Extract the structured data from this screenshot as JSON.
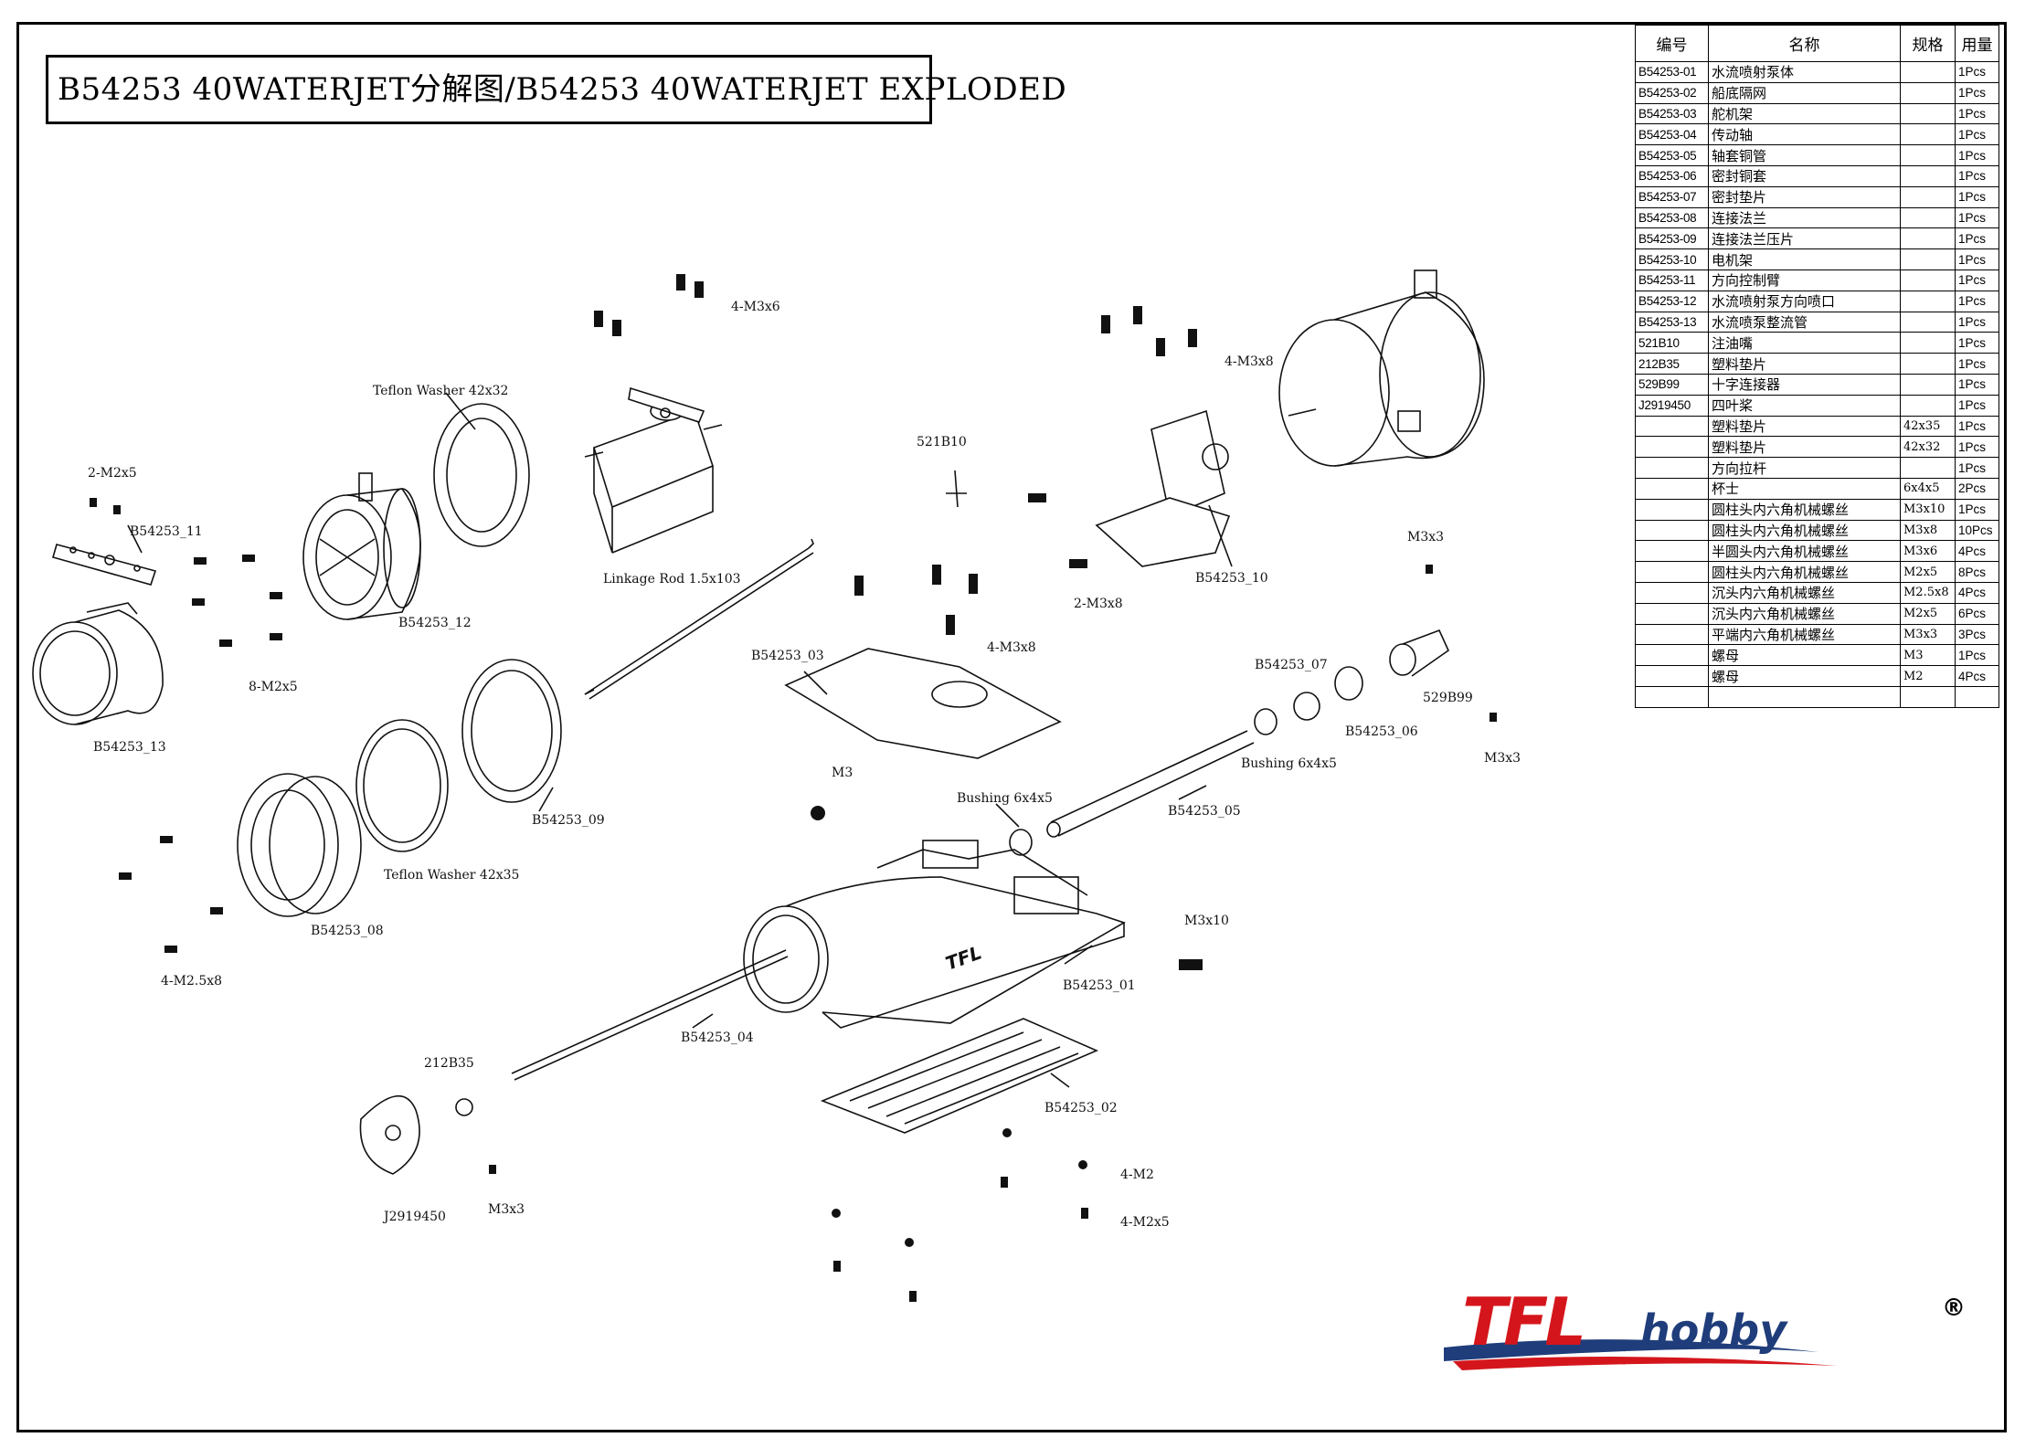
{
  "title": "B54253 40WATERJET分解图/B54253 40WATERJET EXPLODED",
  "table": {
    "headers": [
      "编号",
      "名称",
      "规格",
      "用量"
    ],
    "rows": [
      {
        "code": "B54253-01",
        "name": "水流喷射泵体",
        "spec": "",
        "qty": "1Pcs"
      },
      {
        "code": "B54253-02",
        "name": "船底隔网",
        "spec": "",
        "qty": "1Pcs"
      },
      {
        "code": "B54253-03",
        "name": "舵机架",
        "spec": "",
        "qty": "1Pcs"
      },
      {
        "code": "B54253-04",
        "name": "传动轴",
        "spec": "",
        "qty": "1Pcs"
      },
      {
        "code": "B54253-05",
        "name": "轴套铜管",
        "spec": "",
        "qty": "1Pcs"
      },
      {
        "code": "B54253-06",
        "name": "密封铜套",
        "spec": "",
        "qty": "1Pcs"
      },
      {
        "code": "B54253-07",
        "name": "密封垫片",
        "spec": "",
        "qty": "1Pcs"
      },
      {
        "code": "B54253-08",
        "name": "连接法兰",
        "spec": "",
        "qty": "1Pcs"
      },
      {
        "code": "B54253-09",
        "name": "连接法兰压片",
        "spec": "",
        "qty": "1Pcs"
      },
      {
        "code": "B54253-10",
        "name": "电机架",
        "spec": "",
        "qty": "1Pcs"
      },
      {
        "code": "B54253-11",
        "name": "方向控制臂",
        "spec": "",
        "qty": "1Pcs"
      },
      {
        "code": "B54253-12",
        "name": "水流喷射泵方向喷口",
        "spec": "",
        "qty": "1Pcs"
      },
      {
        "code": "B54253-13",
        "name": "水流喷泵整流管",
        "spec": "",
        "qty": "1Pcs"
      },
      {
        "code": "521B10",
        "name": "注油嘴",
        "spec": "",
        "qty": "1Pcs"
      },
      {
        "code": "212B35",
        "name": "塑料垫片",
        "spec": "",
        "qty": "1Pcs"
      },
      {
        "code": "529B99",
        "name": "十字连接器",
        "spec": "",
        "qty": "1Pcs"
      },
      {
        "code": "J2919450",
        "name": "四叶桨",
        "spec": "",
        "qty": "1Pcs"
      },
      {
        "code": "",
        "name": "塑料垫片",
        "spec": "42x35",
        "qty": "1Pcs"
      },
      {
        "code": "",
        "name": "塑料垫片",
        "spec": "42x32",
        "qty": "1Pcs"
      },
      {
        "code": "",
        "name": "方向拉杆",
        "spec": "",
        "qty": "1Pcs"
      },
      {
        "code": "",
        "name": "杯士",
        "spec": "6x4x5",
        "qty": "2Pcs"
      },
      {
        "code": "",
        "name": "圆柱头内六角机械螺丝",
        "spec": "M3x10",
        "qty": "1Pcs"
      },
      {
        "code": "",
        "name": "圆柱头内六角机械螺丝",
        "spec": "M3x8",
        "qty": "10Pcs"
      },
      {
        "code": "",
        "name": "半圆头内六角机械螺丝",
        "spec": "M3x6",
        "qty": "4Pcs"
      },
      {
        "code": "",
        "name": "圆柱头内六角机械螺丝",
        "spec": "M2x5",
        "qty": "8Pcs"
      },
      {
        "code": "",
        "name": "沉头内六角机械螺丝",
        "spec": "M2.5x8",
        "qty": "4Pcs"
      },
      {
        "code": "",
        "name": "沉头内六角机械螺丝",
        "spec": "M2x5",
        "qty": "6Pcs"
      },
      {
        "code": "",
        "name": "平端内六角机械螺丝",
        "spec": "M3x3",
        "qty": "3Pcs"
      },
      {
        "code": "",
        "name": "螺母",
        "spec": "M3",
        "qty": "1Pcs"
      },
      {
        "code": "",
        "name": "螺母",
        "spec": "M2",
        "qty": "4Pcs"
      },
      {
        "code": "",
        "name": "",
        "spec": "",
        "qty": ""
      }
    ]
  },
  "labels": {
    "l_4m3x6": "4-M3x6",
    "l_teflon42x32": "Teflon Washer 42x32",
    "l_2m2x5": "2-M2x5",
    "l_b11": "B54253_11",
    "l_b12": "B54253_12",
    "l_8m2x5": "8-M2x5",
    "l_b13": "B54253_13",
    "l_linkage": "Linkage Rod 1.5x103",
    "l_521b10": "521B10",
    "l_4m3x8a": "4-M3x8",
    "l_b10": "B54253_10",
    "l_2m3x8": "2-M3x8",
    "l_m3x3a": "M3x3",
    "l_4m3x8b": "4-M3x8",
    "l_b03": "B54253_03",
    "l_b07": "B54253_07",
    "l_b06": "B54253_06",
    "l_529b99": "529B99",
    "l_m3x3b": "M3x3",
    "l_bushing1": "Bushing 6x4x5",
    "l_bushing2": "Bushing 6x4x5",
    "l_b05": "B54253_05",
    "l_b09": "B54253_09",
    "l_m3": "M3",
    "l_teflon42x35": "Teflon Washer 42x35",
    "l_b08": "B54253_08",
    "l_4m25x8": "4-M2.5x8",
    "l_m3x10": "M3x10",
    "l_b01": "B54253_01",
    "l_b04": "B54253_04",
    "l_212b35": "212B35",
    "l_b02": "B54253_02",
    "l_4m2": "4-M2",
    "l_4m2x5": "4-M2x5",
    "l_j2919450": "J2919450",
    "l_m3x3c": "M3x3",
    "housing_mark": "TFL"
  },
  "logo": {
    "brand_main": "TFL",
    "brand_sub": "hobby",
    "registered": "®",
    "color_red": "#d4161c",
    "color_blue": "#1f3d7a"
  }
}
